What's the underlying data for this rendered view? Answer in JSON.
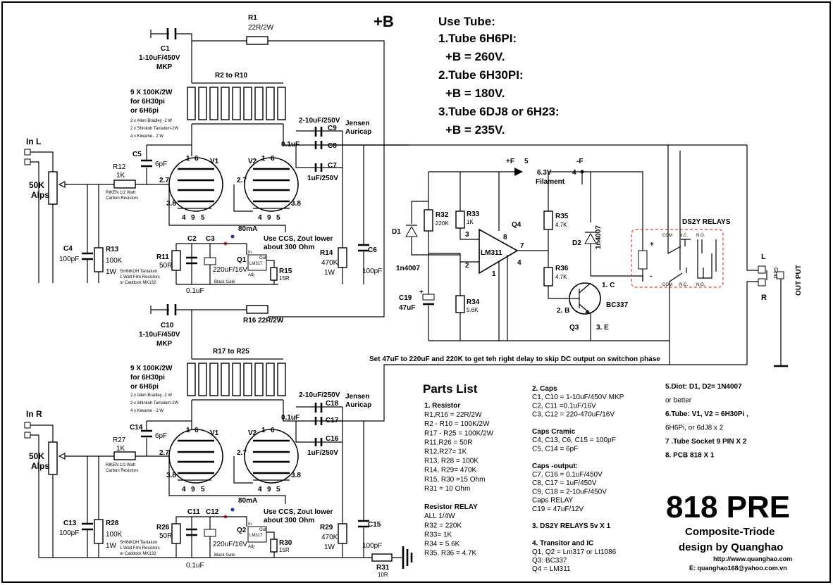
{
  "supply": {
    "bplus": "+B",
    "fplus": "+F",
    "fplus_pin": "5",
    "fminus": "-F",
    "fminus_pin": "4",
    "filament_v": "6.3V",
    "filament": "Filament"
  },
  "use_tube": {
    "title": "Use Tube:",
    "lines": [
      "1.Tube 6H6PI:",
      "+B = 260V.",
      "2.Tube 6H30PI:",
      "+B = 180V.",
      "3.Tube 6DJ8 or 6H23:",
      "+B = 235V."
    ]
  },
  "left": {
    "input": "In L",
    "pot": "50K",
    "pot2": "Alps",
    "c1": "C1",
    "c1_val": "1-10uF/450V",
    "c1_type": "MKP",
    "r1": "R1",
    "r1_val": "22R/2W",
    "rbank": "R2 to R10",
    "rbank_note": [
      "9 X 100K/2W",
      "for 6H30pi",
      "or 6H6pi"
    ],
    "rbank_parts": [
      "2 x Allen Bradley -2 W",
      "2 x Shinkoh Tantalum-2W",
      "4 x Kiwame - 2 W"
    ],
    "c5": "C5",
    "c5_val": "6pF",
    "r12": "R12",
    "r12_val": "1K",
    "r12_note": [
      "RIKEN 1/2 Watt",
      "Carbon Resistors"
    ],
    "c4": "C4",
    "c4_val": "100pF",
    "r13": "R13",
    "r13_val": "100K",
    "r13_w": "1W",
    "v1": "V1",
    "v2": "V2",
    "ccs_current": "80mA",
    "ccs_note": [
      "Use CCS, Zout lower",
      "about 300 Ohm"
    ],
    "r11": "R11",
    "r11_val": "50R",
    "r11_note": [
      "SHINKOH Tantalum",
      "1 Watt Film Resistors",
      "or Caddock MK132"
    ],
    "c2": "C2",
    "c2_val": "0.1uF",
    "c3": "C3",
    "c3_val": "220uF/16V",
    "c3_type": "Black Gate",
    "q1": "Q1",
    "reg": "LM317",
    "reg_in": "In",
    "reg_out": "Out",
    "reg_adj": "Adj",
    "r15": "R15",
    "r15_val": "15R",
    "c9_val": "2-10uF/250V",
    "c9": "C9",
    "c8": "C8",
    "c8_val": "0.1uF",
    "c7": "C7",
    "c7_val": "1uF/250V",
    "jensen": "Jensen",
    "auricap": "Auricap",
    "r14": "R14",
    "r14_val": "470K",
    "r14_w": "1W",
    "c6": "C6",
    "c6_val": "100pF"
  },
  "right": {
    "input": "In R",
    "pot": "50K",
    "pot2": "Alps",
    "c10": "C10",
    "c10_val": "1-10uF/450V",
    "c10_type": "MKP",
    "r16": "R16 22R/2W",
    "rbank": "R17 to R25",
    "rbank_note": [
      "9 X 100K/2W",
      "for 6H30pi",
      "or 6H6pi"
    ],
    "rbank_parts": [
      "2 x Allen Bradley -2 W",
      "2 x Shinkoh Tantalum-2W",
      "4 x Kiwame - 2 W"
    ],
    "c14": "C14",
    "c14_val": "6pF",
    "r27": "R27",
    "r27_val": "1K",
    "r27_note": [
      "RIKEN 1/2 Watt",
      "Carbon Resistors"
    ],
    "c13": "C13",
    "c13_val": "100pF",
    "r28": "R28",
    "r28_val": "100K",
    "r28_w": "1W",
    "v1": "V1",
    "v2": "V2",
    "ccs_current": "80mA",
    "ccs_note": [
      "Use CCS, Zout lower",
      "about 300 Ohm"
    ],
    "r26": "R26",
    "r26_val": "50R",
    "r26_note": [
      "SHINKOH Tantalum",
      "1 Watt Film Resistors",
      "or Caddock MK132"
    ],
    "c11": "C11",
    "c11_val": "0.1uF",
    "c12": "C12",
    "c12_val": "220uF/16V",
    "c12_type": "Black Gate",
    "q2": "Q2",
    "reg": "LM317",
    "reg_in": "In",
    "reg_out": "Out",
    "reg_adj": "Adj",
    "r30": "R30",
    "r30_val": "15R",
    "c18_val": "2-10uF/250V",
    "c18": "C18",
    "c17": "C17",
    "c17_val": "0.1uF",
    "c16": "C16",
    "c16_val": "1uF/250V",
    "jensen": "Jensen",
    "auricap": "Auricap",
    "r29": "R29",
    "r29_val": "470K",
    "r29_w": "1W",
    "c15": "C15",
    "c15_val": "100pF",
    "r31": "R31",
    "r31_val": "10R"
  },
  "pins": {
    "p1": "1",
    "p6": "6",
    "p2": "2",
    "p7": "7",
    "p27": "2.7",
    "p38": "3.8",
    "p4": "4",
    "p5": "5",
    "p9": "9"
  },
  "delay": {
    "d1": "D1",
    "d1_val": "1n4007",
    "r32": "R32",
    "r32_val": "220K",
    "r33": "R33",
    "r33_val": "1K",
    "r34": "R34",
    "r34_val": "5.6K",
    "c19": "C19",
    "c19_val": "47uF",
    "ic": "LM311",
    "q4": "Q4",
    "pin2": "2",
    "pin3": "3",
    "pin8": "8",
    "pin7": "7",
    "pin4": "4",
    "pin1": "1",
    "r35": "R35",
    "r35_val": "4.7K",
    "r36": "R36",
    "r36_val": "4.7K",
    "d2": "D2",
    "d2_val": "1n4007",
    "q3": "Q3",
    "q3_type": "BC337",
    "q3_c": "1. C",
    "q3_b": "2. B",
    "q3_e": "3. E",
    "relay_title": "DS2Y RELAYS",
    "com": "COM",
    "nc": "N.C.",
    "no": "N.O.",
    "plus": "+",
    "minus": "-",
    "note": "Set 47uF to 220uF and 220K to get teh right delay to skip DC output on switchon phase"
  },
  "output": {
    "l": "L",
    "r": "R",
    "out": "OUT PUT",
    "gnd": "Gnd"
  },
  "parts": {
    "title": "Parts List",
    "col1": [
      {
        "t": "1. Resistor",
        "b": true
      },
      {
        "t": "R1,R16 = 22R/2W"
      },
      {
        "t": "R2 - R10 = 100K/2W"
      },
      {
        "t": "R17 - R25 = 100K/2W"
      },
      {
        "t": "R11,R26 = 50R"
      },
      {
        "t": "R12,R27= 1K"
      },
      {
        "t": "R13, R28 = 100K"
      },
      {
        "t": "R14, R29= 470K"
      },
      {
        "t": "R15, R30 =15 Ohm"
      },
      {
        "t": "R31 = 10 Ohm"
      },
      {
        "t": ""
      },
      {
        "t": "Resistor RELAY",
        "b": true
      },
      {
        "t": "ALL 1/4W"
      },
      {
        "t": "R32 = 220K"
      },
      {
        "t": "R33= 1K"
      },
      {
        "t": "R34 = 5.6K"
      },
      {
        "t": "R35, R36 = 4.7K"
      }
    ],
    "col2": [
      {
        "t": "2. Caps",
        "b": true
      },
      {
        "t": "C1, C10 = 1-10uF/450V MKP"
      },
      {
        "t": "C2, C11 =0.1uF/16V"
      },
      {
        "t": "C3, C12 = 220-470uF/16V"
      },
      {
        "t": ""
      },
      {
        "t": "Caps Cramic",
        "b": true
      },
      {
        "t": "C4, C13, C6, C15 = 100pF"
      },
      {
        "t": "C5, C14 = 6pF"
      },
      {
        "t": ""
      },
      {
        "t": "Caps -output:",
        "b": true
      },
      {
        "t": "C7, C16 = 0.1uF/450V"
      },
      {
        "t": "C8, C17 = 1uF/450V"
      },
      {
        "t": "C9, C18 = 2-10uF/450V"
      },
      {
        "t": "Caps RELAY"
      },
      {
        "t": "C19 = 47uF/12V"
      },
      {
        "t": ""
      },
      {
        "t": "3. DS2Y RELAYS 5v X 1",
        "b": true
      },
      {
        "t": ""
      },
      {
        "t": "4. Transitor and IC",
        "b": true
      },
      {
        "t": "Q1, Q2 = Lm317 or Lt1086"
      },
      {
        "t": "Q3: BC337"
      },
      {
        "t": "Q4 = LM311"
      }
    ],
    "col3": [
      {
        "t": "5.Diot: D1, D2= 1N4007",
        "b": true
      },
      {
        "t": "or better"
      },
      {
        "t": "6.Tube: V1, V2 = 6H30Pi ,",
        "b": true
      },
      {
        "t": "6H6Pi, or 6dJ8 x 2"
      },
      {
        "t": "7 .Tube Socket 9 PIN X 2",
        "b": true
      },
      {
        "t": "8. PCB 818 X  1",
        "b": true
      }
    ]
  },
  "branding": {
    "title": "818 PRE",
    "sub1": "Composite-Triode",
    "sub2": "design by Quanghao",
    "url": "http://www.quanghao.com",
    "email": "E: quanghao168@yahoo.com.vn"
  }
}
